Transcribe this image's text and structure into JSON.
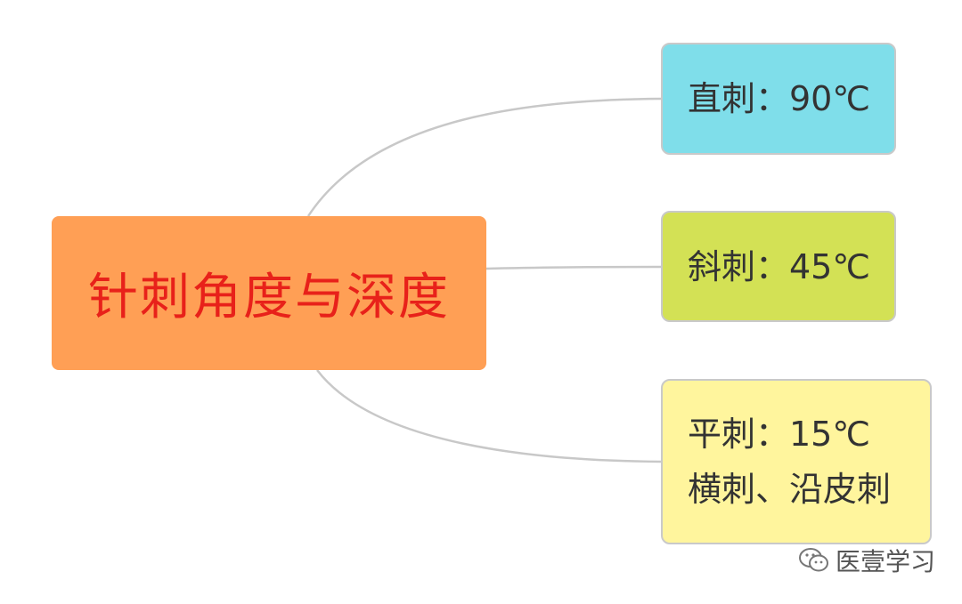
{
  "mindmap": {
    "root": {
      "label": "针刺角度与深度",
      "fill": "#ff9f55",
      "text_color": "#e8211a"
    },
    "branches": [
      {
        "lines": [
          "直刺：90℃"
        ],
        "fill": "#7fdeea"
      },
      {
        "lines": [
          "斜刺：45℃"
        ],
        "fill": "#d3e155"
      },
      {
        "lines": [
          "平刺：15℃",
          "横刺、沿皮刺"
        ],
        "fill": "#fff59d"
      }
    ],
    "connector_color": "#c8c8c8"
  },
  "watermark": {
    "icon": "wechat-icon",
    "text": "医壹学习"
  }
}
